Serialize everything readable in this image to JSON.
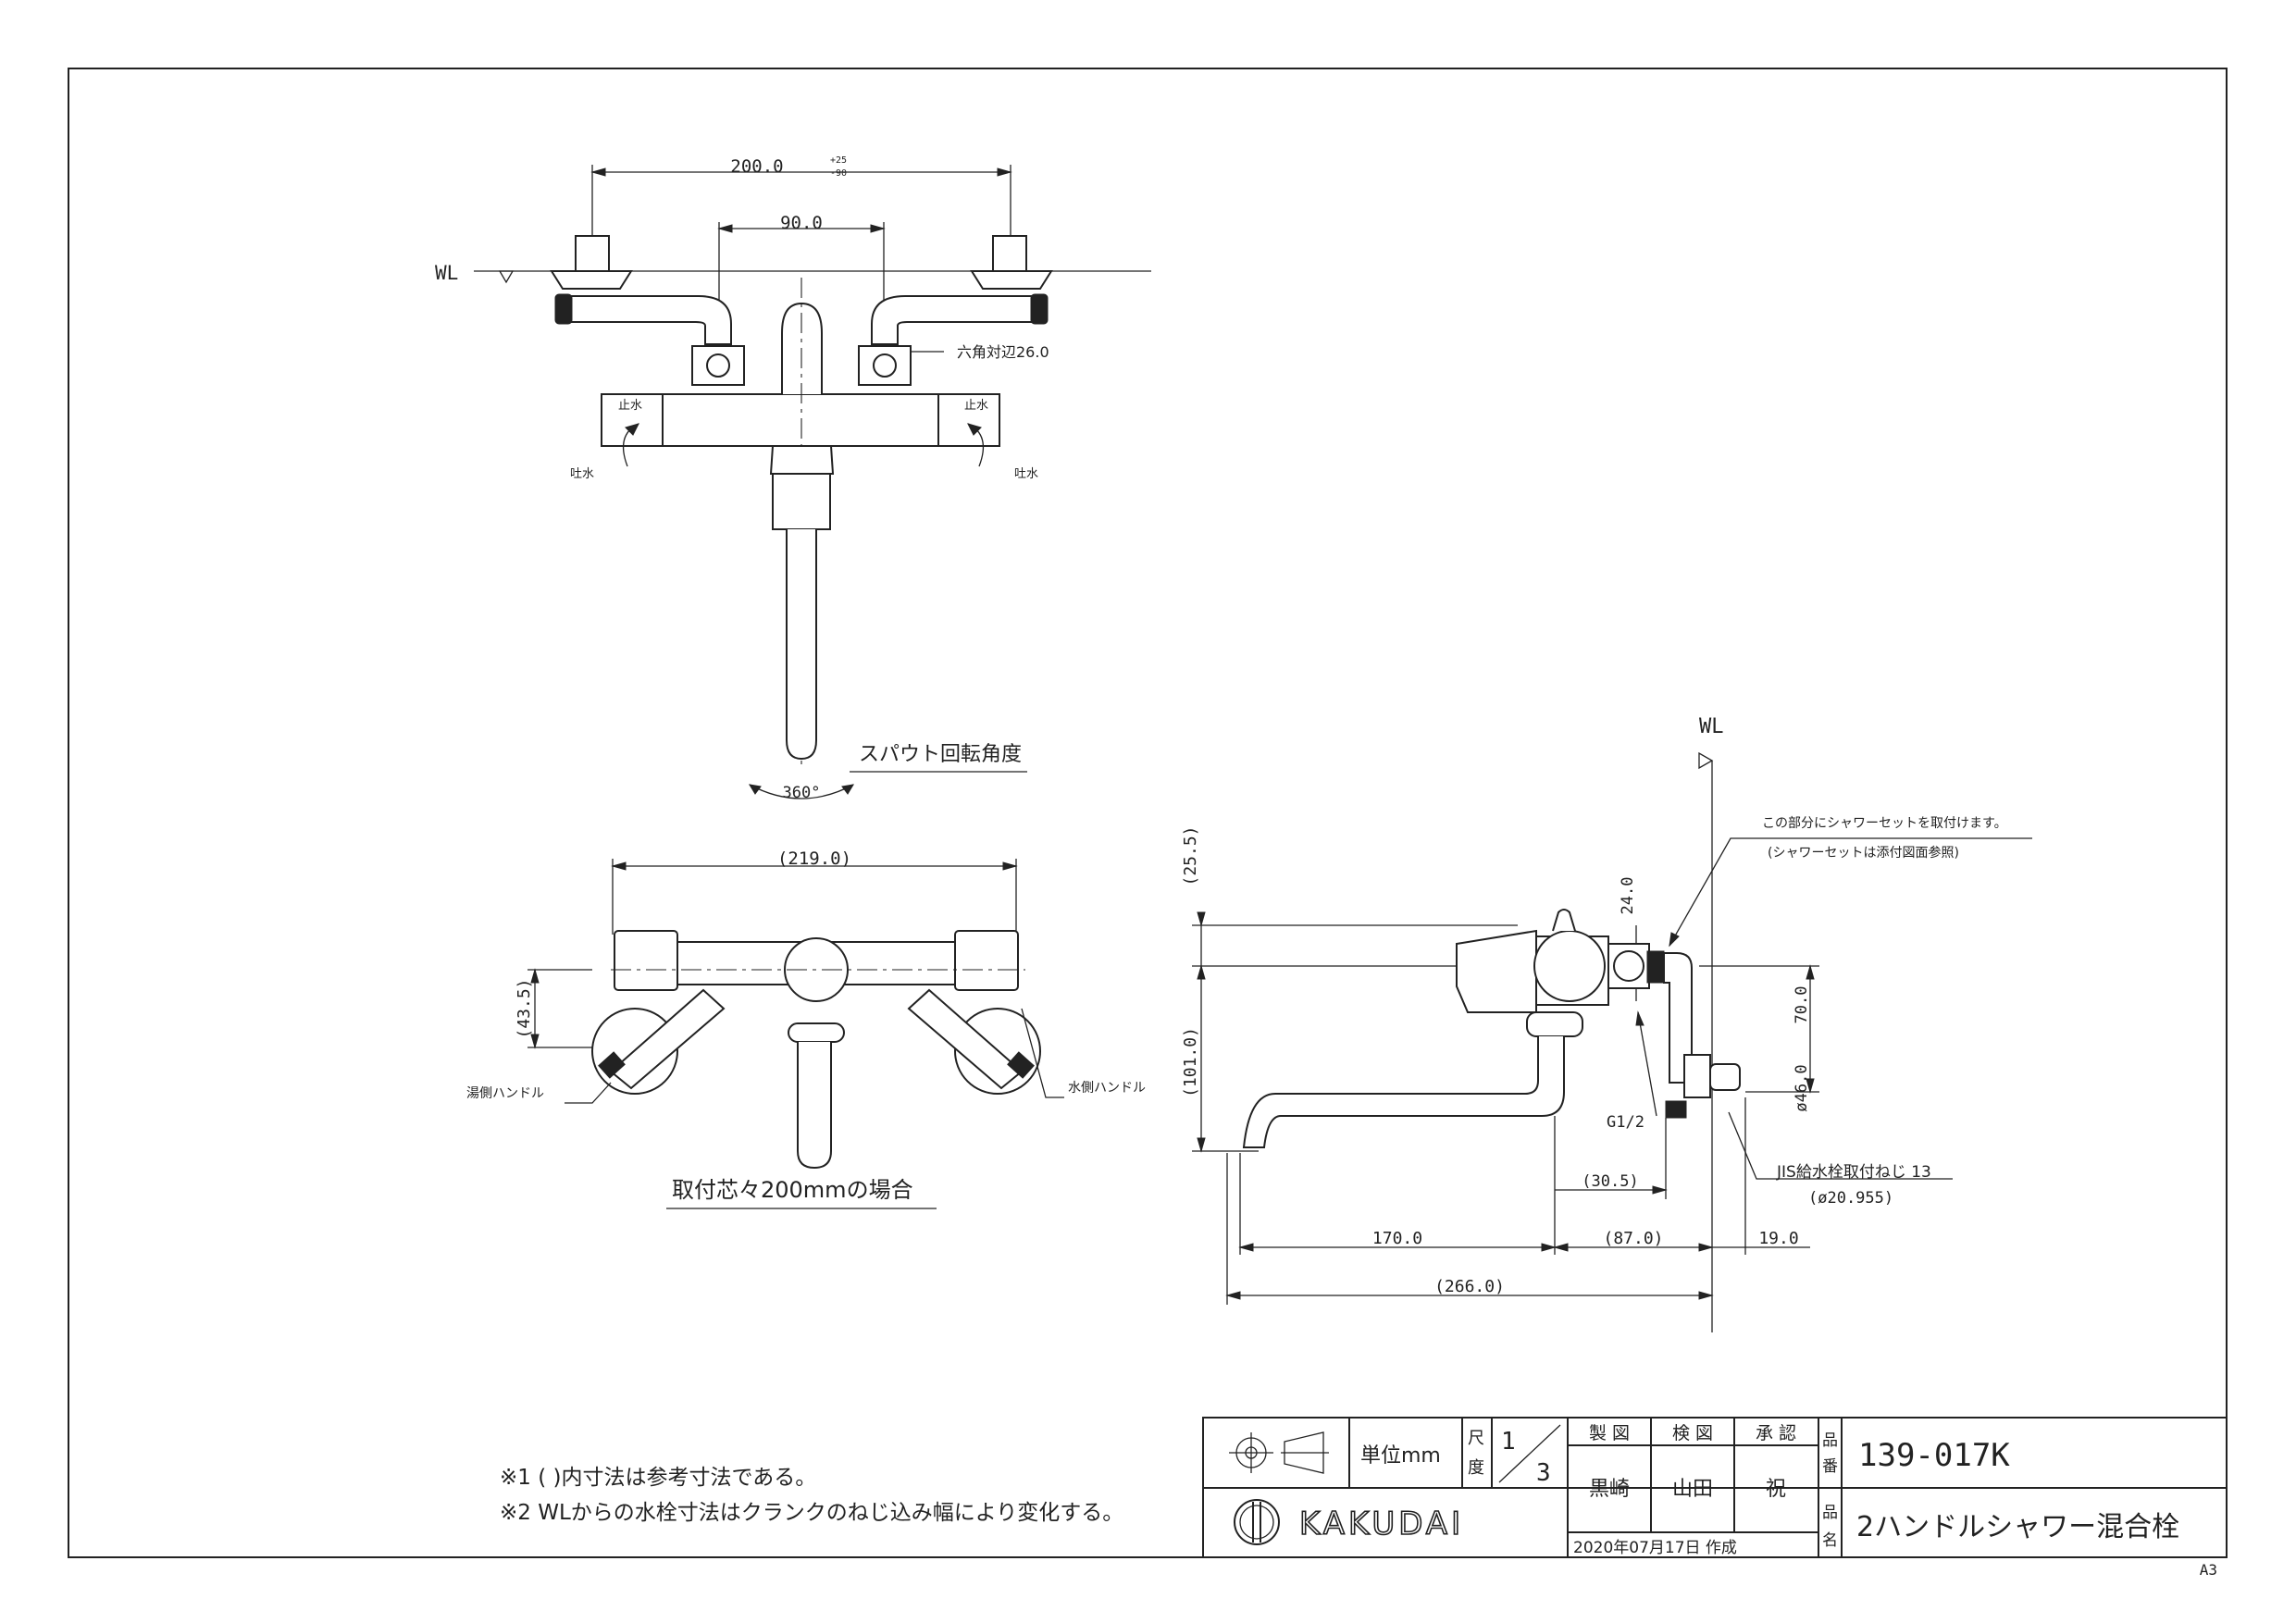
{
  "drawing": {
    "sheet_size": "A3",
    "front_view": {
      "dim_total": "200.0",
      "dim_tol_plus": "+25",
      "dim_tol_minus": "-90",
      "dim_inner": "90.0",
      "wl_label": "WL",
      "hex_label": "六角対辺26.0",
      "stop_label_left": "止水",
      "stop_label_right": "止水",
      "discharge_left": "吐水",
      "discharge_right": "吐水",
      "spout_rotation_label": "スパウト回転角度",
      "rotation_angle": "360°"
    },
    "top_view": {
      "dim_width": "(219.0)",
      "dim_depth": "(43.5)",
      "hot_handle": "湯側ハンドル",
      "cold_handle": "水側ハンドル",
      "caption": "取付芯々200mmの場合"
    },
    "side_view": {
      "wl_label": "WL",
      "shower_note": "この部分にシャワーセットを取付けます。",
      "shower_note_sub": "(シャワーセットは添付図面参照)",
      "dim_25_5": "(25.5)",
      "dim_24": "24.0",
      "dim_70": "70.0",
      "dim_46": "ø46.0",
      "dim_101": "(101.0)",
      "thread_g": "G1/2",
      "dim_30_5": "(30.5)",
      "jis_label": "JIS給水栓取付ねじ 13",
      "jis_dia": "(ø20.955)",
      "dim_170": "170.0",
      "dim_87": "(87.0)",
      "dim_19": "19.0",
      "dim_266": "(266.0)"
    },
    "notes": [
      "※1  ( )内寸法は参考寸法である。",
      "※2  WLからの水栓寸法はクランクのねじ込み幅により変化する。"
    ]
  },
  "title_block": {
    "unit_label": "単位mm",
    "scale_label_1": "尺",
    "scale_label_2": "度",
    "scale_num": "1",
    "scale_den": "3",
    "design_h": "製 図",
    "check_h": "検 図",
    "approve_h": "承 認",
    "designer": "黒崎",
    "checker": "山田",
    "approver": "祝",
    "date_text": "2020年07月17日 作成",
    "company_logo": "KAKUDAI",
    "part_no_label_1": "品",
    "part_no_label_2": "番",
    "part_no": "139-017K",
    "part_name_label_1": "品",
    "part_name_label_2": "名",
    "part_name": "2ハンドルシャワー混合栓"
  }
}
